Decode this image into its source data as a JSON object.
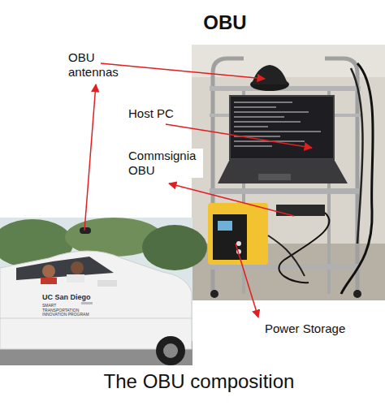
{
  "diagram": {
    "title": "OBU",
    "caption": "The OBU composition",
    "labels": [
      "OBU antennas",
      "Host PC",
      "Commsignia OBU",
      "Power Storage",
      "UC San Diego",
      "SMART TRANSPORTATION INNOVATION PROGRAM"
    ]
  }
}
